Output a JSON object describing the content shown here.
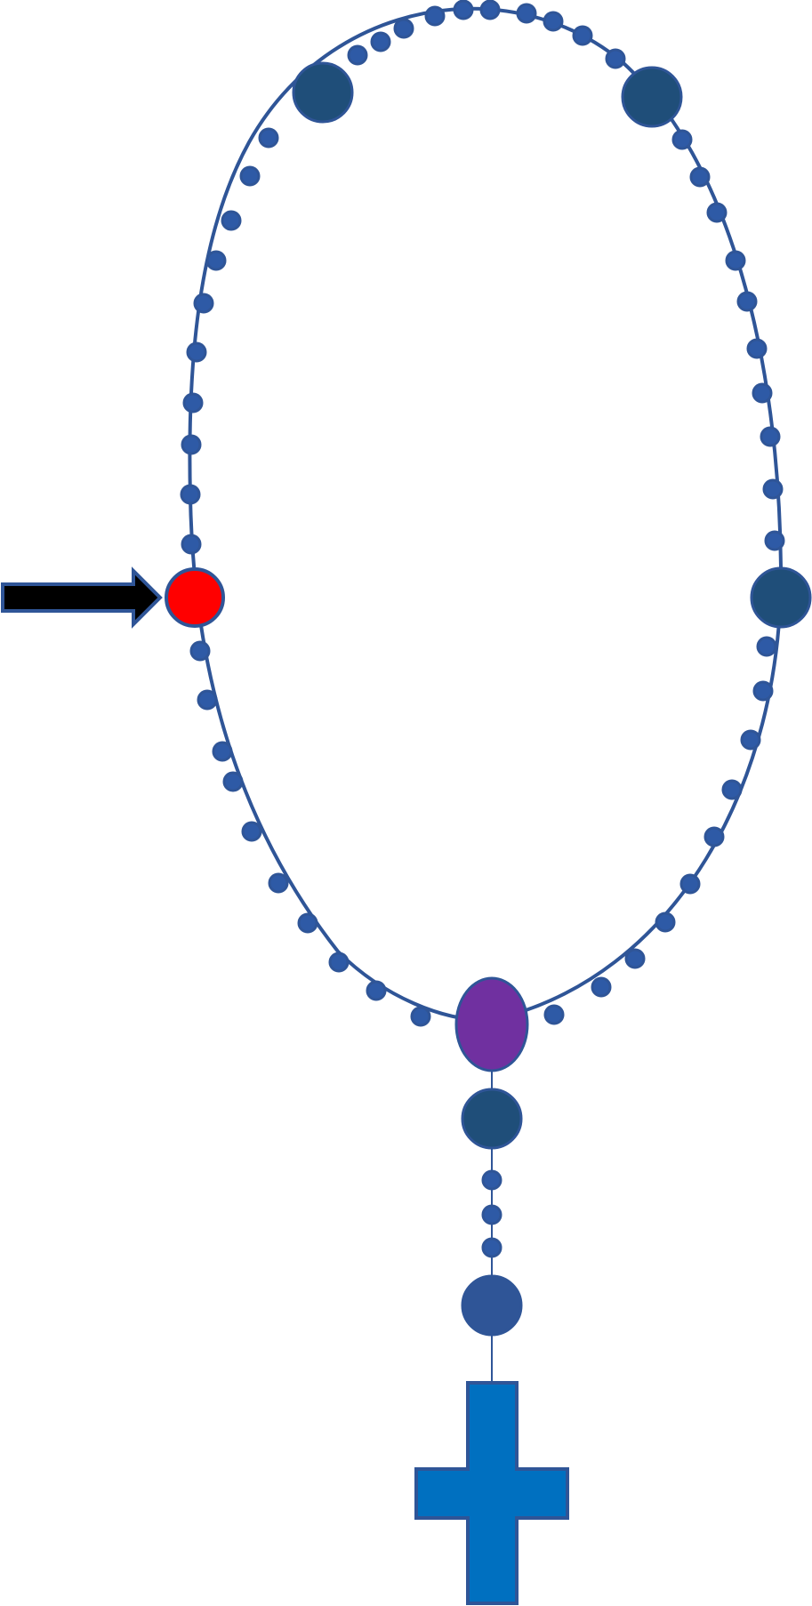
{
  "diagram": {
    "kind": "rosary",
    "decades": 5,
    "beads_per_decade": 10,
    "pendant_small_beads": 3,
    "current_position": {
      "decade": 5,
      "bead": "our-father",
      "indicator": "arrow-icon"
    }
  },
  "colors": {
    "background": "#ffffff",
    "chain": "#2f5597",
    "bead_fill": "#2e5aa6",
    "large_bead_fill": "#1f4e79",
    "large_bead_pendant_fill": "#2f5597",
    "centerpiece_fill": "#7030a0",
    "highlight_fill": "#ff0000",
    "cross_fill": "#0070c0",
    "arrow_fill": "#000000",
    "outline": "#2f5597"
  },
  "icons": {
    "cross": "cross-icon",
    "arrow": "arrow-right-icon"
  }
}
